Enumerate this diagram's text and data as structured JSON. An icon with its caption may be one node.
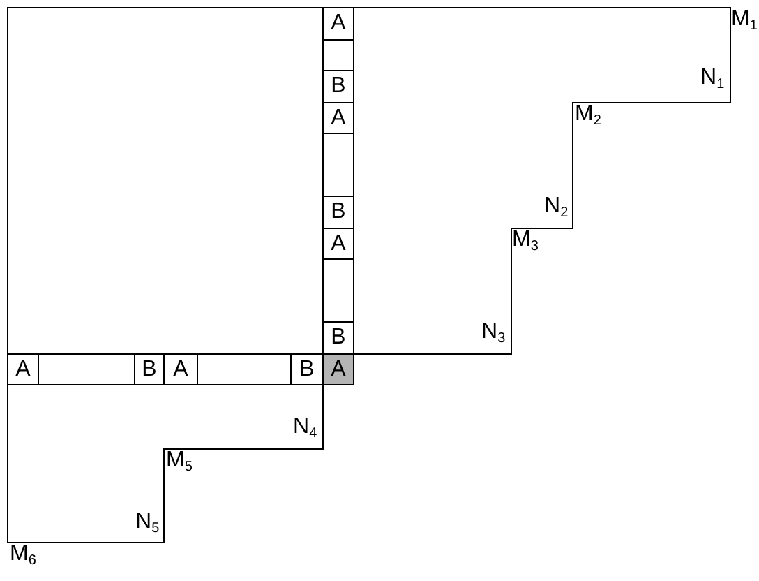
{
  "diagram": {
    "nodes": [
      {
        "text": [],
        "shape": "box"
      },
      {
        "text": [
          "A"
        ]
      },
      {
        "text": [],
        "shape": "box"
      },
      {
        "text": [
          "B"
        ]
      },
      {
        "text": [
          "A"
        ]
      },
      {
        "text": [],
        "shape": "box"
      },
      {
        "text": [
          "B"
        ]
      },
      {
        "text": [
          "A"
        ]
      },
      {
        "text": [],
        "shape": "box"
      },
      {
        "text": [
          "B"
        ]
      },
      {
        "text": [
          "A"
        ]
      },
      {
        "text": [],
        "shape": "box"
      },
      {
        "text": [
          "B"
        ]
      },
      {
        "text": [
          "A"
        ]
      },
      {
        "text": [],
        "shape": "box"
      },
      {
        "text": [
          "B"
        ]
      },
      {
        "text": [
          "A"
        ]
      },
      {
        "text": [],
        "shape": "staircase"
      },
      {
        "text": [],
        "shape": "staircase"
      }
    ],
    "labels": [
      "M$_{1}$",
      "N$_{1}$",
      "M$_{2}$",
      "N$_{2}$",
      "M$_{3}$",
      "N$_{3}$",
      "N$_{4}$",
      "M$_{5}$",
      "N$_{5}$",
      "M$_{6}$"
    ]
  }
}
